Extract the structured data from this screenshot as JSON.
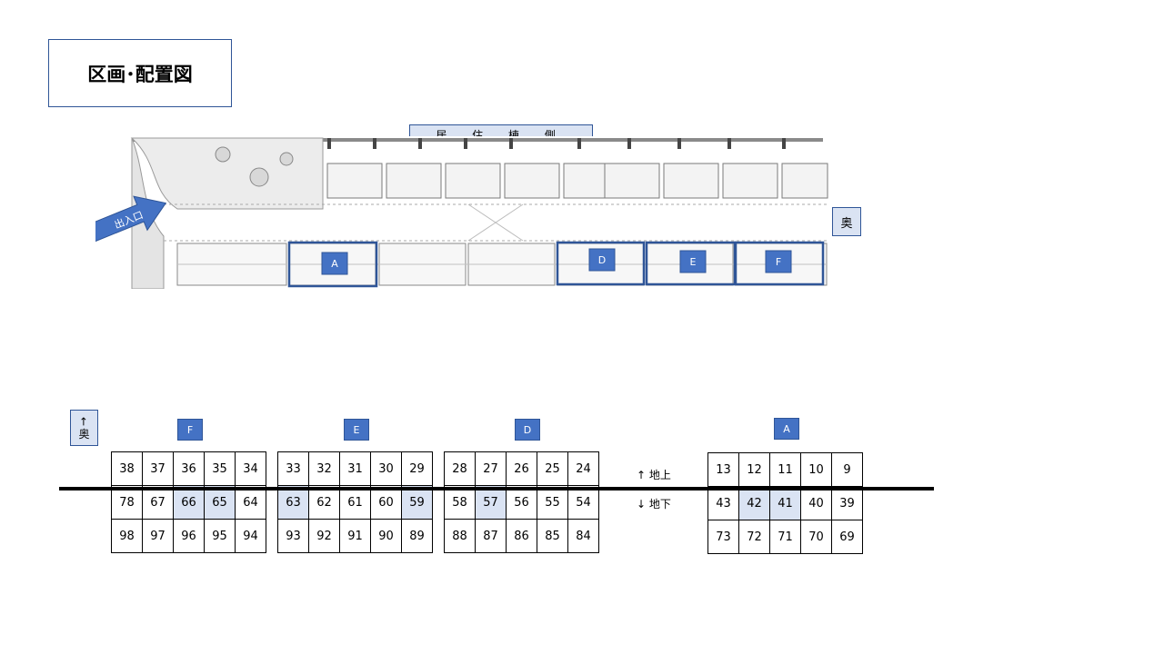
{
  "title": "区画･配置図",
  "residential_side_label": "居 住 棟 側",
  "back_label_right": "奥",
  "back_label_left": {
    "arrow": "←",
    "text": "奥"
  },
  "plan": {
    "entrance_label": "出入口",
    "zones": [
      "A",
      "D",
      "E",
      "F"
    ]
  },
  "level_labels": {
    "above": "↑ 地上",
    "below": "↓ 地下"
  },
  "parking_groups": [
    {
      "zone": "F",
      "rows": [
        [
          {
            "n": "38"
          },
          {
            "n": "37"
          },
          {
            "n": "36"
          },
          {
            "n": "35"
          },
          {
            "n": "34"
          }
        ],
        [
          {
            "n": "78"
          },
          {
            "n": "67"
          },
          {
            "n": "66",
            "hl": true
          },
          {
            "n": "65",
            "hl": true
          },
          {
            "n": "64"
          }
        ],
        [
          {
            "n": "98"
          },
          {
            "n": "97"
          },
          {
            "n": "96"
          },
          {
            "n": "95"
          },
          {
            "n": "94"
          }
        ]
      ]
    },
    {
      "zone": "E",
      "rows": [
        [
          {
            "n": "33"
          },
          {
            "n": "32"
          },
          {
            "n": "31"
          },
          {
            "n": "30"
          },
          {
            "n": "29"
          }
        ],
        [
          {
            "n": "63",
            "hl": true
          },
          {
            "n": "62"
          },
          {
            "n": "61"
          },
          {
            "n": "60"
          },
          {
            "n": "59",
            "hl": true
          }
        ],
        [
          {
            "n": "93"
          },
          {
            "n": "92"
          },
          {
            "n": "91"
          },
          {
            "n": "90"
          },
          {
            "n": "89"
          }
        ]
      ]
    },
    {
      "zone": "D",
      "rows": [
        [
          {
            "n": "28"
          },
          {
            "n": "27"
          },
          {
            "n": "26"
          },
          {
            "n": "25"
          },
          {
            "n": "24"
          }
        ],
        [
          {
            "n": "58"
          },
          {
            "n": "57",
            "hl": true
          },
          {
            "n": "56"
          },
          {
            "n": "55"
          },
          {
            "n": "54"
          }
        ],
        [
          {
            "n": "88"
          },
          {
            "n": "87"
          },
          {
            "n": "86"
          },
          {
            "n": "85"
          },
          {
            "n": "84"
          }
        ]
      ]
    },
    {
      "zone": "A",
      "rows": [
        [
          {
            "n": "13"
          },
          {
            "n": "12"
          },
          {
            "n": "11"
          },
          {
            "n": "10"
          },
          {
            "n": "9"
          }
        ],
        [
          {
            "n": "43"
          },
          {
            "n": "42",
            "hl": true
          },
          {
            "n": "41",
            "hl": true
          },
          {
            "n": "40"
          },
          {
            "n": "39"
          }
        ],
        [
          {
            "n": "73"
          },
          {
            "n": "72"
          },
          {
            "n": "71"
          },
          {
            "n": "70"
          },
          {
            "n": "69"
          }
        ]
      ]
    }
  ]
}
